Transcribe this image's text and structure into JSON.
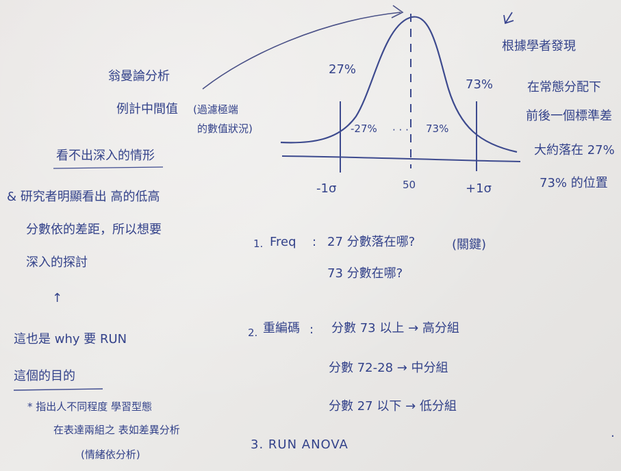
{
  "curve": {
    "left_pct": "27%",
    "right_pct": "73%",
    "inner_left": "-27%",
    "inner_dots": "· · ·",
    "inner_right": "73%",
    "axis_left": "-1σ",
    "axis_mid": "50",
    "axis_right": "+1σ"
  },
  "left_top": {
    "line1": "翁曼論分析",
    "line2": "例計中間值",
    "paren_a": "(過濾極端",
    "paren_b": "的數值狀況)"
  },
  "right_notes": [
    "根據學者發現",
    "在常態分配下",
    "前後一個標準差",
    "大約落在 27%",
    "73% 的位置"
  ],
  "left_notes": {
    "heading": "看不出深入的情形",
    "items": [
      "& 研究者明顯看出 高的低高",
      "分數依的差距，所以想要",
      "深入的探討"
    ],
    "arrow": "↑",
    "why_1": "這也是 why 要 RUN",
    "why_2": "這個的目的",
    "footnote_1": "* 指出人不同程度  學習型態",
    "footnote_2": "在表達兩組之  表如差異分析",
    "footnote_3": "(情緒依分析)"
  },
  "steps": {
    "s1_num": "1.",
    "s1_label": "Freq",
    "s1_colon": ":",
    "s1_line1": "27 分數落在哪?",
    "s1_paren": "(關鍵)",
    "s1_line2": "73 分數在哪?",
    "s2_num": "2.",
    "s2_label": "重編碼",
    "s2_colon": ":",
    "s2_rows": [
      "分數 73 以上 → 高分組",
      "分數 72-28 → 中分組",
      "分數 27 以下 → 低分組"
    ],
    "s3": "3. RUN ANOVA"
  },
  "stray_mark": "·"
}
